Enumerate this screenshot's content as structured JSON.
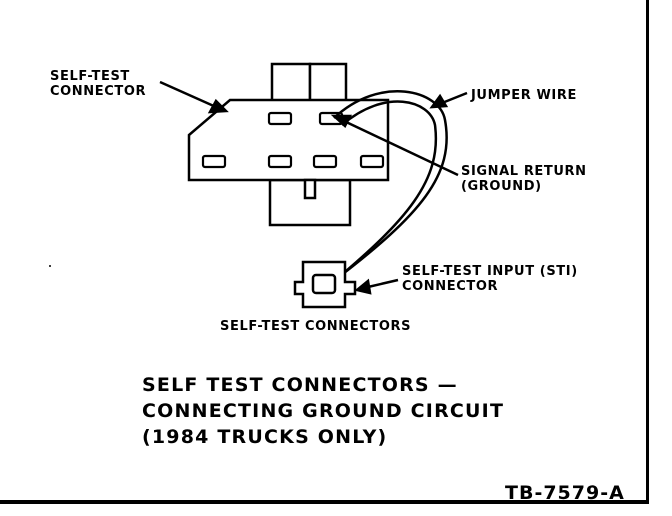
{
  "labels": {
    "self_test_connector": [
      "SELF-TEST",
      "CONNECTOR"
    ],
    "jumper_wire": "JUMPER WIRE",
    "signal_return": [
      "SIGNAL RETURN",
      "(GROUND)"
    ],
    "sti_connector": [
      "SELF-TEST INPUT (STI)",
      "CONNECTOR"
    ],
    "diagram_title": "SELF-TEST CONNECTORS"
  },
  "caption": {
    "line1": "SELF TEST CONNECTORS —",
    "line2": "CONNECTING GROUND CIRCUIT",
    "line3": "(1984 TRUCKS ONLY)"
  },
  "figure_number": "TB-7579-A"
}
